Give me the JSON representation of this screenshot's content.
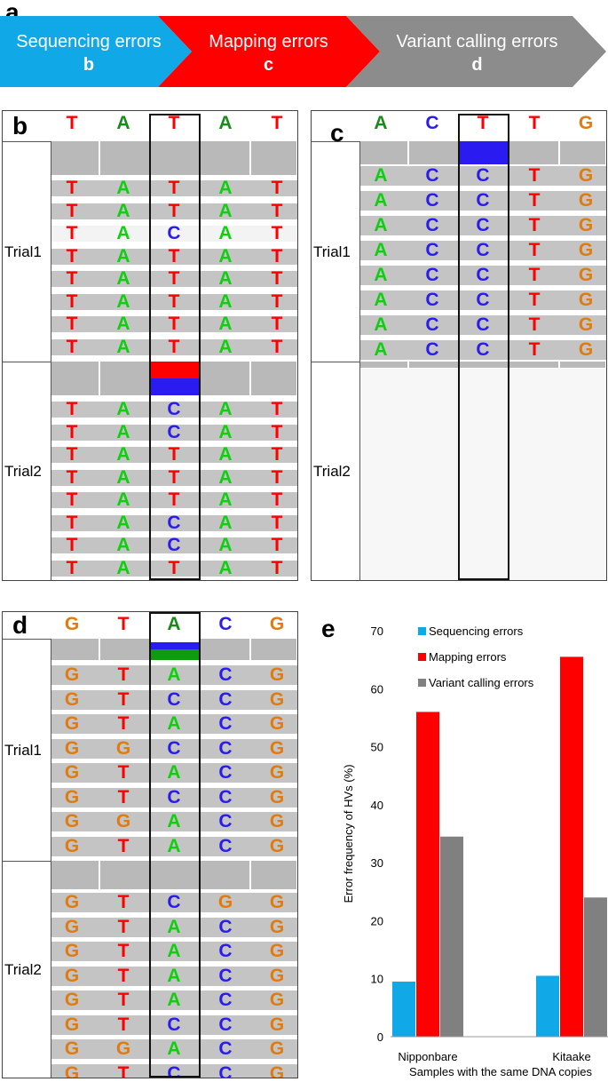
{
  "panel_a": {
    "letter": "a",
    "arrows": [
      {
        "title": "Sequencing errors",
        "sub": "b",
        "color": "#11a8e8"
      },
      {
        "title": "Mapping errors",
        "sub": "c",
        "color": "#ff0000"
      },
      {
        "title": "Variant calling errors",
        "sub": "d",
        "color": "#8c8c8c"
      }
    ]
  },
  "base_colors": {
    "T": "#ff0000",
    "A": "#0fcf0f",
    "C": "#2a1cf0",
    "G": "#e07b10"
  },
  "ref_colors": {
    "T": "#ff0000",
    "A": "#1a8a1a",
    "C": "#2a1cf0",
    "G": "#e07b10"
  },
  "panel_b": {
    "letter": "b",
    "reference": [
      "T",
      "A",
      "T",
      "A",
      "T"
    ],
    "trial1": {
      "label": "Trial1",
      "reads": [
        [
          "T",
          "A",
          "T",
          "A",
          "T"
        ],
        [
          "T",
          "A",
          "T",
          "A",
          "T"
        ],
        [
          "T",
          "A",
          "C",
          "A",
          "T"
        ],
        [
          "T",
          "A",
          "T",
          "A",
          "T"
        ],
        [
          "T",
          "A",
          "T",
          "A",
          "T"
        ],
        [
          "T",
          "A",
          "T",
          "A",
          "T"
        ],
        [
          "T",
          "A",
          "T",
          "A",
          "T"
        ],
        [
          "T",
          "A",
          "T",
          "A",
          "T"
        ]
      ]
    },
    "trial2": {
      "label": "Trial2",
      "reads": [
        [
          "T",
          "A",
          "C",
          "A",
          "T"
        ],
        [
          "T",
          "A",
          "C",
          "A",
          "T"
        ],
        [
          "T",
          "A",
          "T",
          "A",
          "T"
        ],
        [
          "T",
          "A",
          "T",
          "A",
          "T"
        ],
        [
          "T",
          "A",
          "T",
          "A",
          "T"
        ],
        [
          "T",
          "A",
          "C",
          "A",
          "T"
        ],
        [
          "T",
          "A",
          "C",
          "A",
          "T"
        ],
        [
          "T",
          "A",
          "T",
          "A",
          "T"
        ]
      ]
    }
  },
  "panel_c": {
    "letter": "c",
    "reference": [
      "A",
      "C",
      "T",
      "T",
      "G"
    ],
    "trial1": {
      "label": "Trial1",
      "reads": [
        [
          "A",
          "C",
          "C",
          "T",
          "G"
        ],
        [
          "A",
          "C",
          "C",
          "T",
          "G"
        ],
        [
          "A",
          "C",
          "C",
          "T",
          "G"
        ],
        [
          "A",
          "C",
          "C",
          "T",
          "G"
        ],
        [
          "A",
          "C",
          "C",
          "T",
          "G"
        ],
        [
          "A",
          "C",
          "C",
          "T",
          "G"
        ],
        [
          "A",
          "C",
          "C",
          "T",
          "G"
        ],
        [
          "A",
          "C",
          "C",
          "T",
          "G"
        ]
      ]
    },
    "trial2": {
      "label": "Trial2",
      "reads": []
    }
  },
  "panel_d": {
    "letter": "d",
    "reference": [
      "G",
      "T",
      "A",
      "C",
      "G"
    ],
    "trial1": {
      "label": "Trial1",
      "reads": [
        [
          "G",
          "T",
          "A",
          "C",
          "G"
        ],
        [
          "G",
          "T",
          "C",
          "C",
          "G"
        ],
        [
          "G",
          "T",
          "A",
          "C",
          "G"
        ],
        [
          "G",
          "G",
          "C",
          "C",
          "G"
        ],
        [
          "G",
          "T",
          "A",
          "C",
          "G"
        ],
        [
          "G",
          "T",
          "C",
          "C",
          "G"
        ],
        [
          "G",
          "G",
          "A",
          "C",
          "G"
        ],
        [
          "G",
          "T",
          "A",
          "C",
          "G"
        ]
      ]
    },
    "trial2": {
      "label": "Trial2",
      "reads": [
        [
          "G",
          "T",
          "C",
          "G",
          "G"
        ],
        [
          "G",
          "T",
          "A",
          "C",
          "G"
        ],
        [
          "G",
          "T",
          "A",
          "C",
          "G"
        ],
        [
          "G",
          "T",
          "A",
          "C",
          "G"
        ],
        [
          "G",
          "T",
          "A",
          "C",
          "G"
        ],
        [
          "G",
          "T",
          "C",
          "C",
          "G"
        ],
        [
          "G",
          "G",
          "A",
          "C",
          "G"
        ],
        [
          "G",
          "T",
          "C",
          "C",
          "G"
        ]
      ]
    }
  },
  "chart_data": {
    "letter": "e",
    "type": "bar",
    "categories": [
      "Nipponbare",
      "Kitaake"
    ],
    "series": [
      {
        "name": "Sequencing errors",
        "values": [
          9.5,
          10.5
        ],
        "color": "#11a8e8"
      },
      {
        "name": "Mapping errors",
        "values": [
          56,
          65.5
        ],
        "color": "#ff0000"
      },
      {
        "name": "Variant calling errors",
        "values": [
          34.5,
          24
        ],
        "color": "#808080"
      }
    ],
    "xlabel": "Samples with the same DNA copies",
    "ylabel": "Error frequency of HVs (%)",
    "ylim": [
      0,
      70
    ],
    "yticks": [
      0,
      10,
      20,
      30,
      40,
      50,
      60,
      70
    ],
    "legend_position": "top-left",
    "grid": false
  }
}
